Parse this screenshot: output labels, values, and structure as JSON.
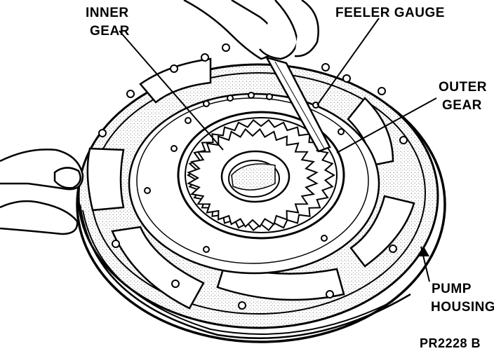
{
  "labels": {
    "inner_gear_1": "INNER",
    "inner_gear_2": "GEAR",
    "feeler_gauge": "FEELER GAUGE",
    "outer_gear_1": "OUTER",
    "outer_gear_2": "GEAR",
    "pump_housing_1": "PUMP",
    "pump_housing_2": "HOUSING"
  },
  "figure_code": "PR2228 B"
}
